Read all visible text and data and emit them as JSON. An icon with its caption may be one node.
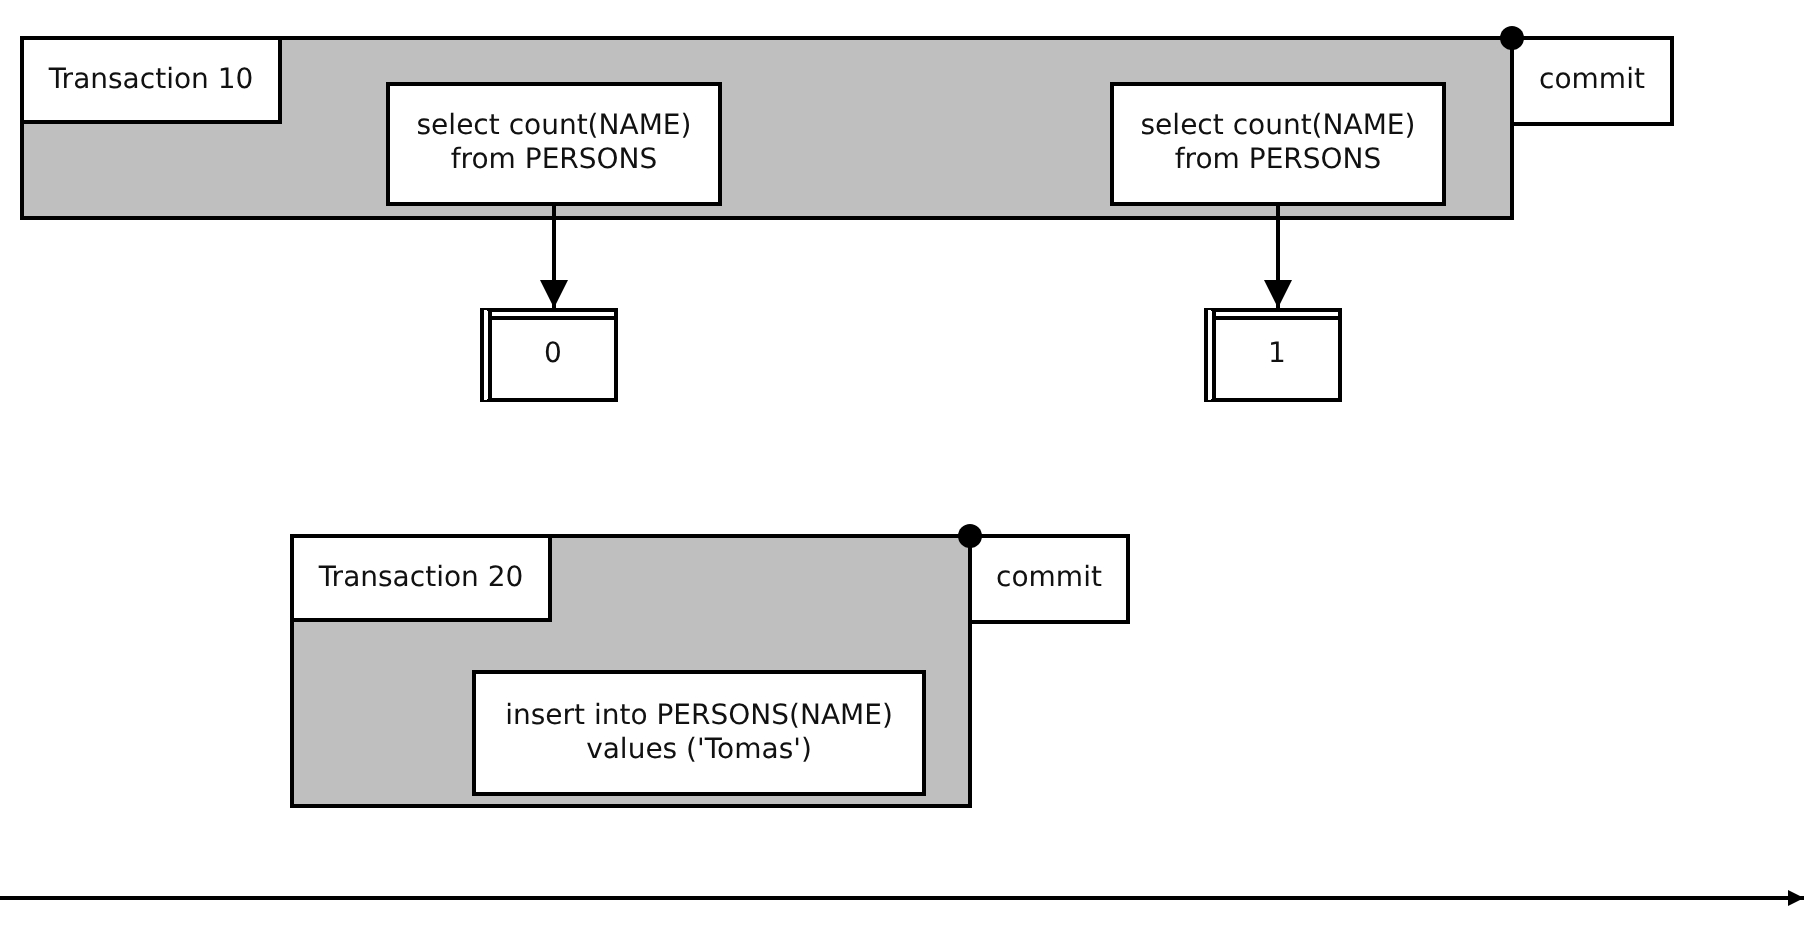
{
  "diagram": {
    "nodes": [
      {
        "text": [
          "Transaction 10"
        ]
      },
      {
        "text": [
          "select count(NAME) from PERSONS"
        ],
        "in": 0
      },
      {
        "text": [
          "select count(NAME) from PERSONS"
        ],
        "in": 0
      },
      {
        "text": [
          "commit"
        ]
      },
      {
        "text": [
          "0"
        ]
      },
      {
        "text": [
          "1"
        ]
      },
      {
        "text": [
          "Transaction 20"
        ]
      },
      {
        "text": [
          "insert into PERSONS(NAME) values ('Tomas')"
        ],
        "in": 6
      },
      {
        "text": [
          "commit"
        ]
      }
    ],
    "edges": [
      {
        "from": 1,
        "to": 4,
        "arrow": "to"
      },
      {
        "from": 2,
        "to": 5,
        "arrow": "to"
      }
    ]
  }
}
